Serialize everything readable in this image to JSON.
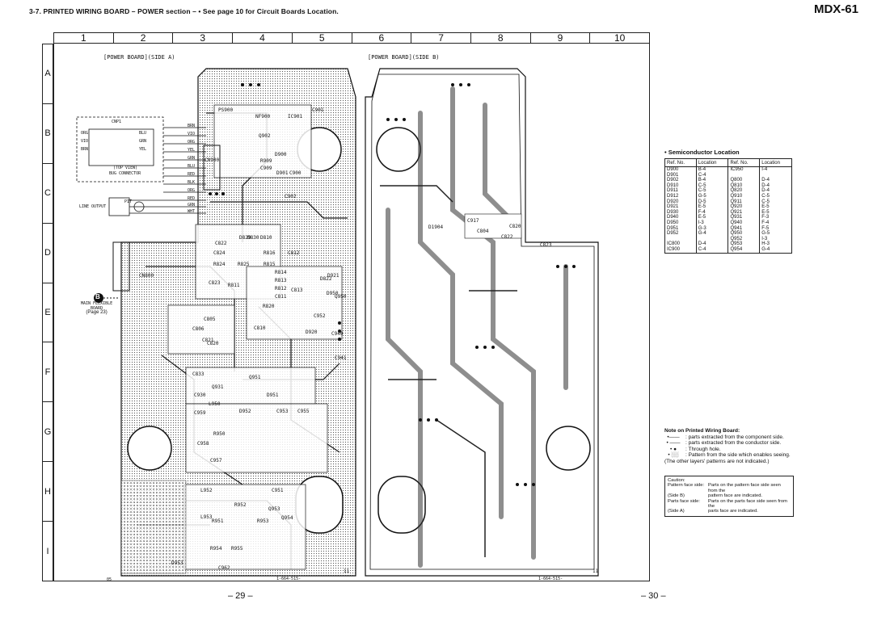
{
  "header": {
    "section_title": "3-7.  PRINTED WIRING BOARD – POWER section –",
    "section_note": "• See page 10 for Circuit Boards Location.",
    "model": "MDX-61"
  },
  "grid": {
    "columns": [
      "1",
      "2",
      "3",
      "4",
      "5",
      "6",
      "7",
      "8",
      "9",
      "10"
    ],
    "rows": [
      "A",
      "B",
      "C",
      "D",
      "E",
      "F",
      "G",
      "H",
      "I"
    ]
  },
  "boards": {
    "side_a_label": "[POWER BOARD](SIDE A)",
    "side_b_label": "[POWER BOARD](SIDE B)",
    "side_a_code": "1-664-515-",
    "side_b_code": "1-664-515-",
    "side_a_rev": "11",
    "side_b_rev": "11",
    "corner_code": "05"
  },
  "connector": {
    "name": "CNP1",
    "left_pins": [
      "ORG",
      "VIO",
      "BRN"
    ],
    "right_pins": [
      "BLU",
      "GRN",
      "YEL"
    ],
    "view_note": "(TOP VIEW)",
    "connector_note": "BUG CONNECTOR",
    "wire_colors": [
      "BRN",
      "VIO",
      "ORG",
      "YEL",
      "GRN",
      "BLU",
      "RED",
      "BLK",
      "ORG",
      "RED",
      "GRN",
      "WHT"
    ],
    "line_output": "LINE OUTPUT",
    "pit": "PIT"
  },
  "main_flexible": {
    "marker": "B",
    "line1": "MAIN FLEXIBLE",
    "line2": "BOARD",
    "page": "(Page 23)"
  },
  "components_a": [
    "PS900",
    "NF900",
    "IC901",
    "Q902",
    "D900",
    "R909",
    "C909",
    "D901",
    "C900",
    "C901",
    "C902",
    "CN900",
    "C822",
    "D829",
    "D830",
    "D810",
    "C824",
    "R816",
    "C812",
    "R824",
    "R825",
    "R815",
    "R814",
    "R813",
    "CN800",
    "C823",
    "R811",
    "R812",
    "C811",
    "C813",
    "C820",
    "C805",
    "C806",
    "C810",
    "D920",
    "C952",
    "C940",
    "C941",
    "D921",
    "D950",
    "Q950",
    "C833",
    "Q931",
    "C930",
    "Q951",
    "C955",
    "C958",
    "C959",
    "D952",
    "L950",
    "L952",
    "L953",
    "C951",
    "C953",
    "C957",
    "C962",
    "D951",
    "D953",
    "Q953",
    "Q954",
    "R950",
    "R951",
    "R952",
    "R953",
    "R954",
    "R955",
    "D822",
    "R820",
    "C821"
  ],
  "components_b": [
    "D1904",
    "C917",
    "C820",
    "C822",
    "C823",
    "C804"
  ],
  "semiconductor": {
    "title": "• Semiconductor Location",
    "headers": [
      "Ref. No.",
      "Location",
      "Ref. No.",
      "Location"
    ],
    "left": [
      [
        "D900",
        "B-4"
      ],
      [
        "D901",
        "C-4"
      ],
      [
        "D902",
        "B-4"
      ],
      [
        "D910",
        "C-5"
      ],
      [
        "D911",
        "C-5"
      ],
      [
        "D912",
        "G-5"
      ],
      [
        "D920",
        "D-5"
      ],
      [
        "D921",
        "E-5"
      ],
      [
        "D930",
        "F-4"
      ],
      [
        "D940",
        "E-5"
      ],
      [
        "D950",
        "I-3"
      ],
      [
        "D951",
        "G-3"
      ],
      [
        "D952",
        "G-4"
      ],
      [
        "",
        ""
      ],
      [
        "IC800",
        "D-4"
      ],
      [
        "IC900",
        "C-4"
      ]
    ],
    "right": [
      [
        "IC950",
        "I-4"
      ],
      [
        "",
        ""
      ],
      [
        "Q800",
        "D-4"
      ],
      [
        "Q810",
        "D-4"
      ],
      [
        "Q820",
        "D-4"
      ],
      [
        "Q910",
        "C-5"
      ],
      [
        "Q911",
        "C-5"
      ],
      [
        "Q920",
        "E-5"
      ],
      [
        "Q921",
        "E-5"
      ],
      [
        "Q931",
        "F-3"
      ],
      [
        "Q940",
        "F-4"
      ],
      [
        "Q941",
        "F-5"
      ],
      [
        "Q950",
        "G-5"
      ],
      [
        "Q952",
        "I-3"
      ],
      [
        "Q953",
        "H-3"
      ],
      [
        "Q954",
        "G-4"
      ]
    ]
  },
  "notes": {
    "title": "Note on Printed Wiring Board:",
    "items": [
      ": parts extracted from the component side.",
      ": parts extracted from the conductor side.",
      ": Through hole.",
      ": Pattern from the side which enables seeing."
    ],
    "footer": "(The other layers' patterns are not indicated.)"
  },
  "caution": {
    "title": "Caution:",
    "rows": [
      [
        "Pattern face side:",
        "Parts on the pattern face side seen from the"
      ],
      [
        "(Side B)",
        "pattern face are indicated."
      ],
      [
        "Parts face side:",
        "Parts on the parts face side seen from the"
      ],
      [
        "(Side A)",
        "parts face are indicated."
      ]
    ]
  },
  "page_numbers": {
    "left": "– 29 –",
    "right": "– 30 –"
  }
}
